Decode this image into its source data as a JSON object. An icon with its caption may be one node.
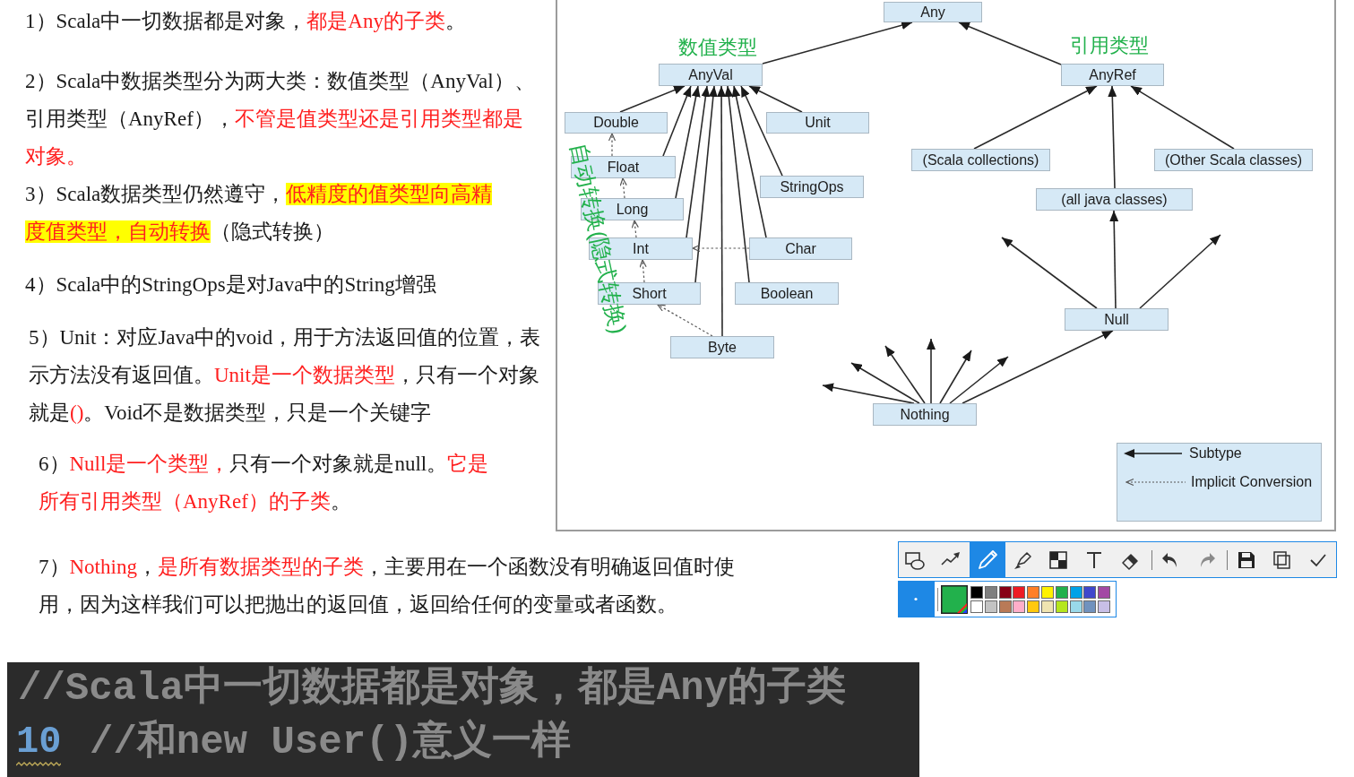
{
  "diagram": {
    "nodes": [
      {
        "text": [
          "Any"
        ]
      },
      {
        "text": [
          "数值类型",
          "AnyVal"
        ]
      },
      {
        "text": [
          "引用类型",
          "AnyRef"
        ]
      },
      {
        "text": [
          "Double"
        ]
      },
      {
        "text": [
          "Unit"
        ]
      },
      {
        "text": [
          "(Scala collections)"
        ]
      },
      {
        "text": [
          "(Other Scala classes)"
        ]
      },
      {
        "text": [
          "Float"
        ]
      },
      {
        "text": [
          "StringOps"
        ]
      },
      {
        "text": [
          "(all java classes)"
        ]
      },
      {
        "text": [
          "Long"
        ]
      },
      {
        "text": [
          "Int"
        ]
      },
      {
        "text": [
          "Char"
        ]
      },
      {
        "text": [
          "Short"
        ]
      },
      {
        "text": [
          "Boolean"
        ]
      },
      {
        "text": [
          "Null"
        ]
      },
      {
        "text": [
          "Byte"
        ]
      },
      {
        "text": [
          "Nothing"
        ]
      }
    ],
    "edges": [
      {
        "from": 1,
        "to": 0,
        "arrow": "to"
      },
      {
        "from": 2,
        "to": 0,
        "arrow": "to"
      },
      {
        "from": 3,
        "to": 1,
        "arrow": "to"
      },
      {
        "from": 7,
        "to": 1,
        "arrow": "to"
      },
      {
        "from": 10,
        "to": 1,
        "arrow": "to"
      },
      {
        "from": 11,
        "to": 1,
        "arrow": "to"
      },
      {
        "from": 13,
        "to": 1,
        "arrow": "to"
      },
      {
        "from": 16,
        "to": 1,
        "arrow": "to"
      },
      {
        "from": 14,
        "to": 1,
        "arrow": "to"
      },
      {
        "from": 12,
        "to": 1,
        "arrow": "to"
      },
      {
        "from": 8,
        "to": 1,
        "arrow": "to"
      },
      {
        "from": 4,
        "to": 1,
        "arrow": "to"
      },
      {
        "from": 7,
        "to": 3,
        "arrow": "to",
        "style": "dashed"
      },
      {
        "from": 10,
        "to": 7,
        "arrow": "to",
        "style": "dashed"
      },
      {
        "from": 11,
        "to": 10,
        "arrow": "to",
        "style": "dashed"
      },
      {
        "from": 13,
        "to": 11,
        "arrow": "to",
        "style": "dashed"
      },
      {
        "from": 16,
        "to": 13,
        "arrow": "to",
        "style": "dashed"
      },
      {
        "from": 12,
        "to": 11,
        "arrow": "to",
        "style": "dashed"
      },
      {
        "from": 5,
        "to": 2,
        "arrow": "to"
      },
      {
        "from": 9,
        "to": 2,
        "arrow": "to"
      },
      {
        "from": 6,
        "to": 2,
        "arrow": "to"
      },
      {
        "from": 15,
        "to": null,
        "arrow": "to"
      },
      {
        "from": 15,
        "to": 9,
        "arrow": "to"
      },
      {
        "from": 15,
        "to": null,
        "arrow": "to"
      },
      {
        "from": 17,
        "to": 15,
        "arrow": "to"
      },
      {
        "from": 17,
        "to": null,
        "arrow": "to"
      },
      {
        "from": 17,
        "to": null,
        "arrow": "to"
      },
      {
        "from": 17,
        "to": null,
        "arrow": "to"
      },
      {
        "from": 17,
        "to": null,
        "arrow": "to"
      },
      {
        "from": 17,
        "to": null,
        "arrow": "to"
      },
      {
        "from": 17,
        "to": null,
        "arrow": "to"
      }
    ],
    "labels": [
      "1）Scala中一切数据都是对象，都是Any的子类。",
      "2）Scala中数据类型分为两大类：数值类型（AnyVal）、引用类型（AnyRef），不管是值类型还是引用类型都是对象。",
      "3）Scala数据类型仍然遵守，低精度的值类型向高精度值类型，自动转换（隐式转换）",
      "4）Scala中的StringOps是对Java中的String增强",
      "5）Unit：对应Java中的void，用于方法返回值的位置，表示方法没有返回值。Unit是一个数据类型，只有一个对象就是()。Void不是数据类型，只是一个关键字",
      "6）Null是一个类型，只有一个对象就是null。它是所有引用类型（AnyRef）的子类。",
      "7）Nothing，是所有数据类型的子类，主要用在一个函数没有明确返回值时使用，因为这样我们可以把抛出的返回值，返回给任何的变量或者函数。",
      "自动转换(隐式转换)",
      "//Scala中一切数据都是对象，都是Any的子类",
      "10",
      "//和new User()意义一样"
    ],
    "legend": [
      {
        "text": "Subtype"
      },
      {
        "text": "Implicit Conversion"
      }
    ]
  }
}
